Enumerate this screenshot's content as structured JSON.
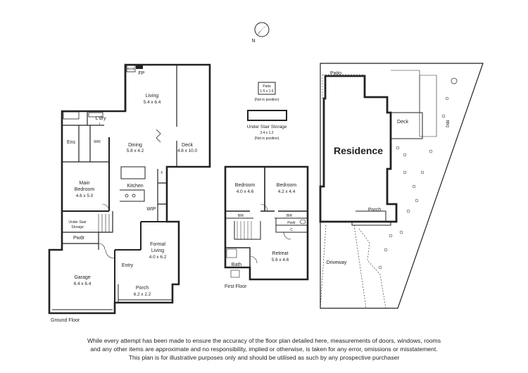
{
  "compass": {
    "north": "N"
  },
  "ground_floor": {
    "title": "Ground Floor",
    "rooms": {
      "fp": "FP",
      "book": "Book",
      "living": {
        "name": "Living",
        "dim": "5.4 x 6.4"
      },
      "laundry": "L'dry",
      "laundry_l": "L",
      "ens": "Ens",
      "wir": "WIR",
      "dining": {
        "name": "Dining",
        "dim": "5.8 x 4.2"
      },
      "deck": {
        "name": "Deck",
        "dim": "4.8 x 10.0"
      },
      "fridge": "F",
      "main_bedroom": {
        "name": "Main",
        "name2": "Bedroom",
        "dim": "4.6 x 5.0"
      },
      "kitchen": "Kitchen",
      "wip": "WIP",
      "under_stair": {
        "line1": "Under Stair",
        "line2": "Storage"
      },
      "pwdr": "Pwdr",
      "formal_living": {
        "name": "Formal",
        "name2": "Living",
        "dim": "4.0 x 6.2"
      },
      "entry": "Entry",
      "garage": {
        "name": "Garage",
        "dim": "6.4 x 6.4"
      },
      "porch": {
        "name": "Porch",
        "dim": "6.2 x 2.2"
      }
    }
  },
  "patio_note": {
    "name": "Patio",
    "dim": "1.5 x 1.5",
    "note": "(Not in position)"
  },
  "storage_note": {
    "name": "Under Stair Storage",
    "dim": "3.4 x 1.2",
    "note": "(Not in position)"
  },
  "first_floor": {
    "title": "First Floor",
    "rooms": {
      "bedroom1": {
        "name": "Bedroom",
        "dim": "4.0 x 4.6"
      },
      "bedroom2": {
        "name": "Bedroom",
        "dim": "4.2 x 4.4"
      },
      "bir1": "BIR",
      "bir2": "BIR",
      "pwdr": "Pwdr",
      "cupboard": "C",
      "retreat": {
        "name": "Retreat",
        "dim": "5.6 x 4.6"
      },
      "bath": "Bath"
    }
  },
  "site_plan": {
    "patio": "Patio",
    "residence": "Residence",
    "deck": "Deck",
    "bbq": "BBQ",
    "porch": "Porch",
    "driveway": "Driveway"
  },
  "disclaimer": {
    "line1": "While every attempt has been made to ensure the accuracy of the floor plan detailed here, measurements of doors, windows, rooms",
    "line2": "and any other items are approximate and no responsibility, implied or otherwise, is taken for any error, omissions or misstatement.",
    "line3": "This plan is for illustrative purposes only and should be utilised as such by any prospective purchaser"
  }
}
